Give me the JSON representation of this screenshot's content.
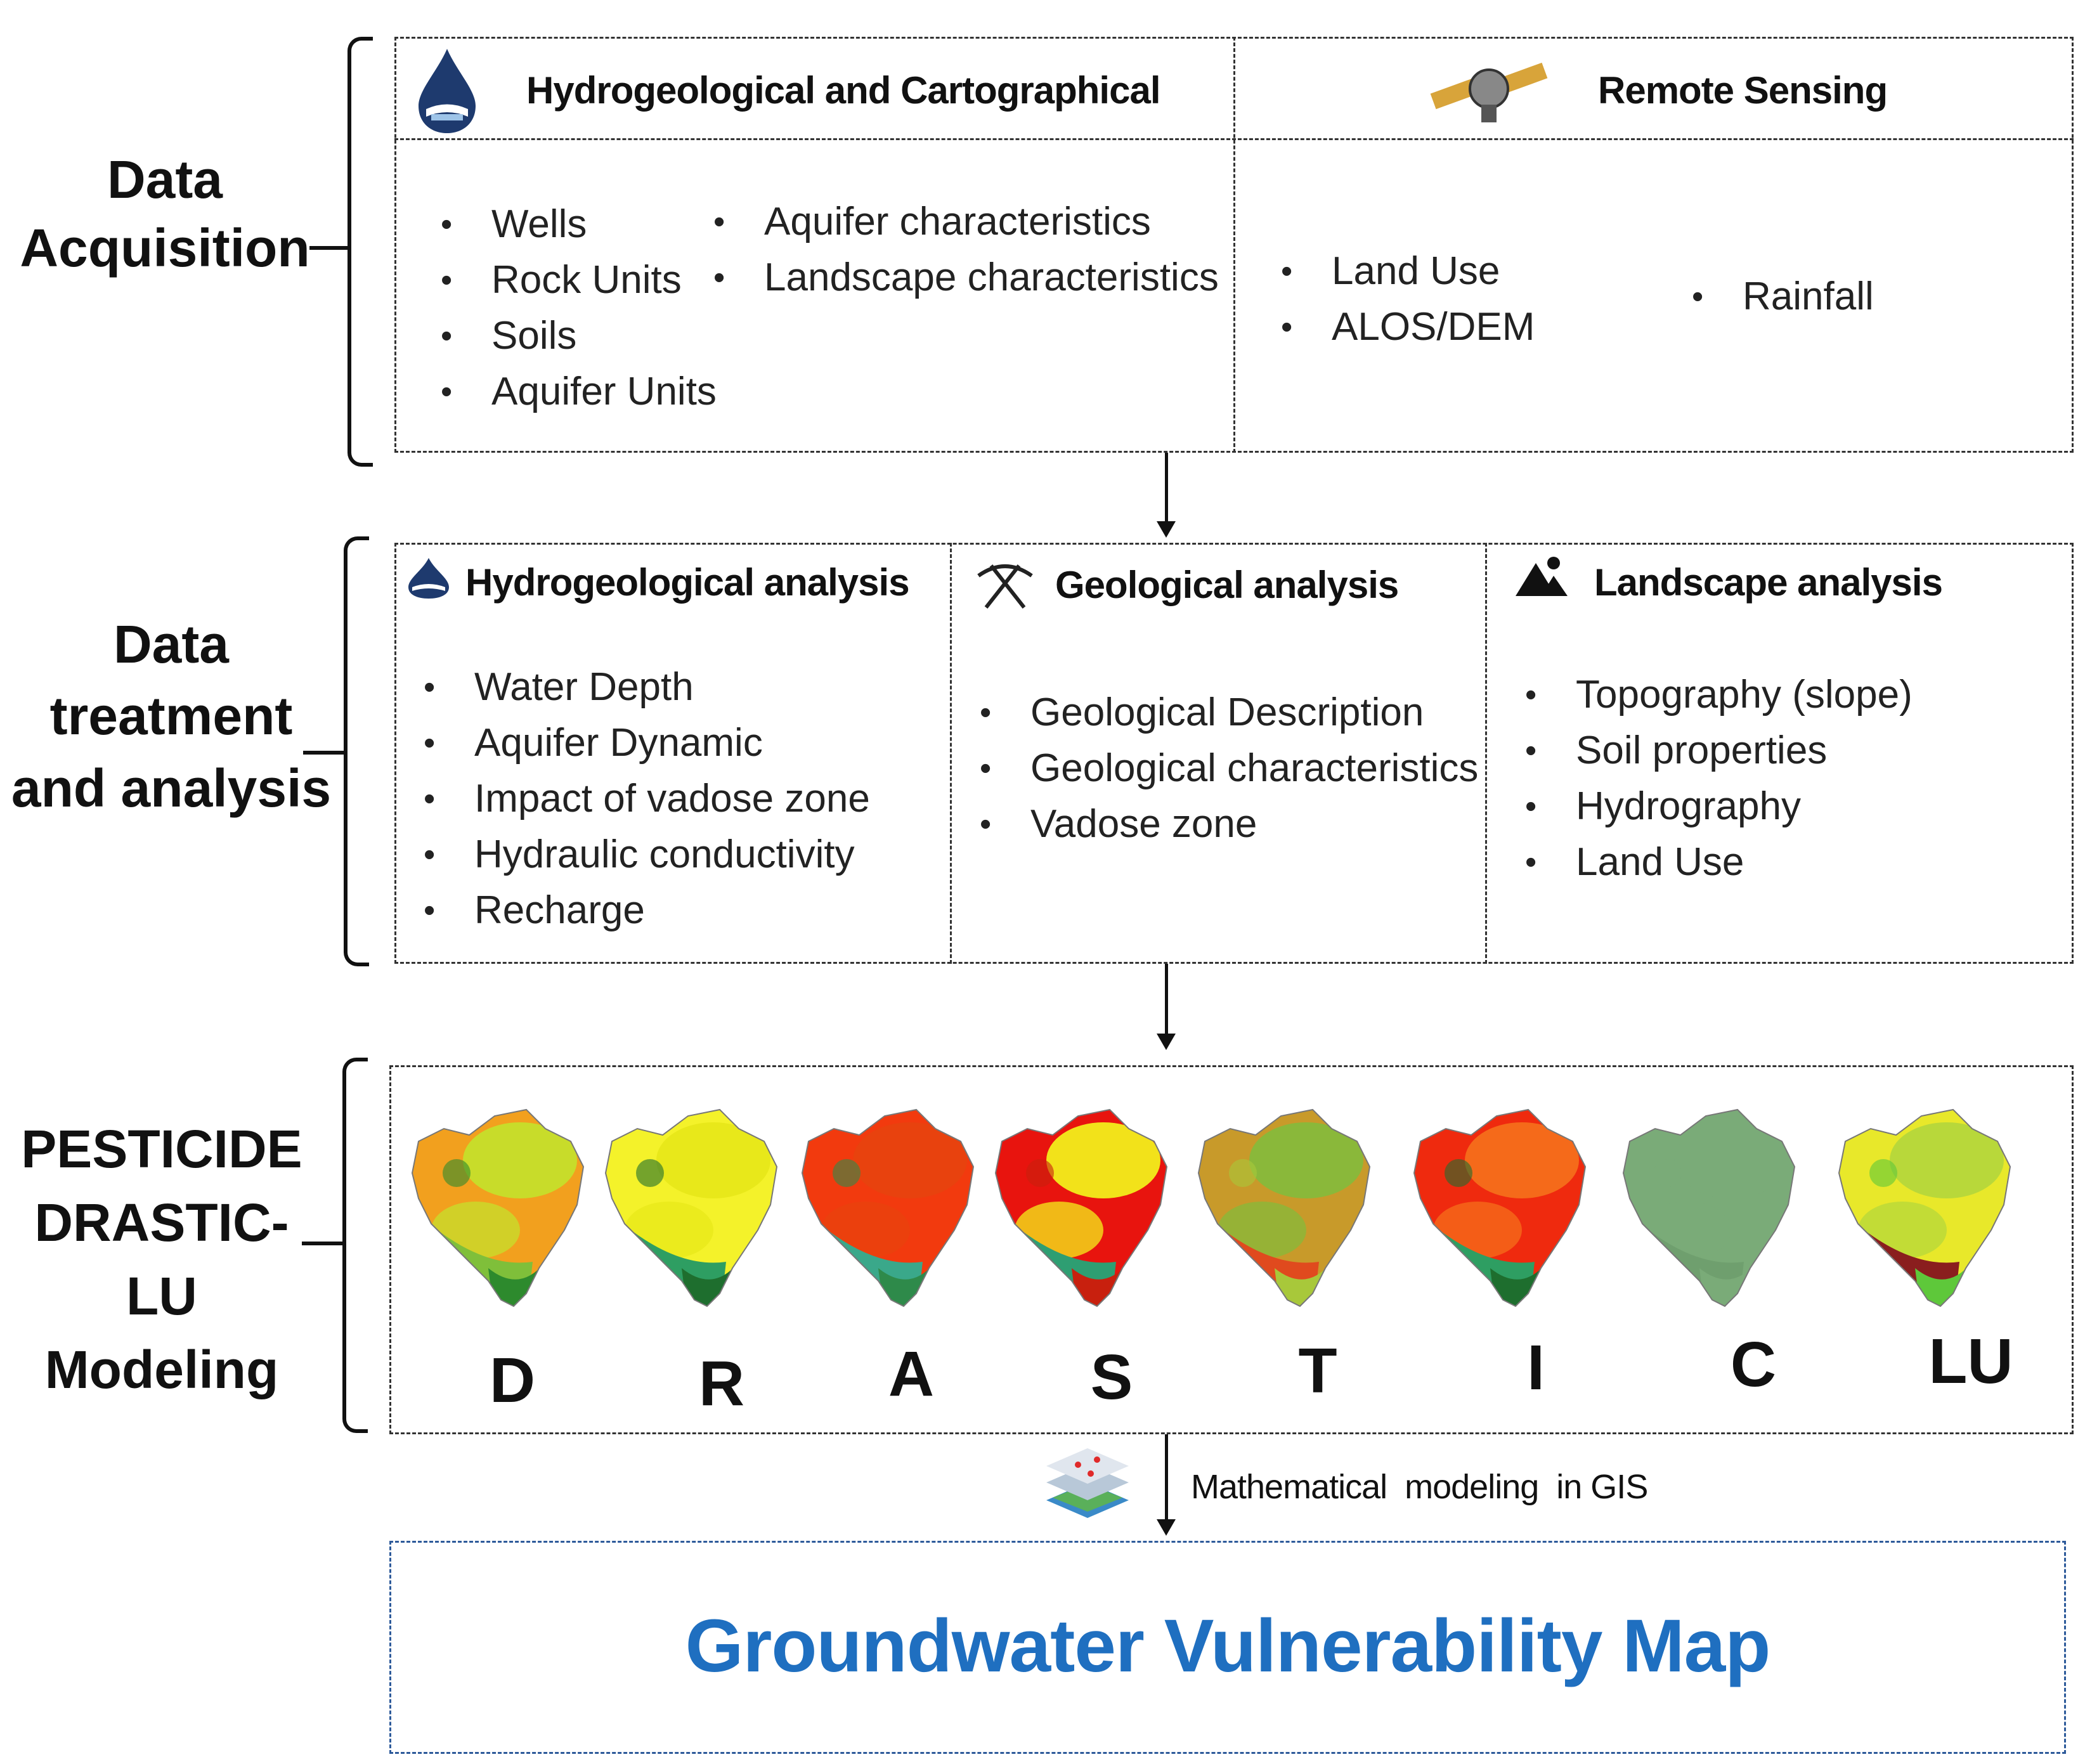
{
  "stages": {
    "acquisition": "Data\nAcquisition",
    "treatment": "Data\ntreatment\nand analysis",
    "modeling": "PESTICIDE\nDRASTIC-\nLU\nModeling"
  },
  "acquisition": {
    "hydro_title": "Hydrogeological and Cartographical",
    "remote_title": "Remote Sensing",
    "hydro_col1": [
      "Wells",
      "Rock Units",
      "Soils",
      "Aquifer Units"
    ],
    "hydro_col2": [
      "Aquifer characteristics",
      "Landscape characteristics"
    ],
    "remote_col1": [
      "Land Use",
      "ALOS/DEM"
    ],
    "remote_col2": [
      "Rainfall"
    ]
  },
  "analysis": {
    "hydro_title": "Hydrogeological analysis",
    "hydro_items": [
      "Water Depth",
      "Aquifer Dynamic",
      "Impact of vadose zone",
      "Hydraulic conductivity",
      "Recharge"
    ],
    "geo_title": "Geological analysis",
    "geo_items": [
      "Geological Description",
      "Geological characteristics",
      "Vadose zone"
    ],
    "land_title": "Landscape analysis",
    "land_items": [
      "Topography (slope)",
      "Soil properties",
      "Hydrography",
      "Land Use"
    ]
  },
  "modeling": {
    "maps": [
      {
        "letter": "D",
        "palette": [
          "#f2a01e",
          "#c8dc2a",
          "#7fbf3a",
          "#2d8a2d"
        ]
      },
      {
        "letter": "R",
        "palette": [
          "#f4f22a",
          "#e8e81a",
          "#2e9e62",
          "#1e6e2e"
        ]
      },
      {
        "letter": "A",
        "palette": [
          "#f23a0e",
          "#e8420e",
          "#3aa88a",
          "#2e8a4a"
        ]
      },
      {
        "letter": "S",
        "palette": [
          "#e8140e",
          "#f2e21a",
          "#2e9e72",
          "#c8200e"
        ]
      },
      {
        "letter": "T",
        "palette": [
          "#c89a2a",
          "#8ab83a",
          "#e04a1e",
          "#a8c83a"
        ]
      },
      {
        "letter": "I",
        "palette": [
          "#ef2a0e",
          "#f56a1a",
          "#2e9e62",
          "#1e6e2e"
        ]
      },
      {
        "letter": "C",
        "palette": [
          "#7aab78",
          "#7aab78",
          "#6f9f6e",
          "#7aab78"
        ]
      },
      {
        "letter": "LU",
        "palette": [
          "#e8e82a",
          "#b8d83a",
          "#8a1e1e",
          "#5ec83a"
        ]
      }
    ]
  },
  "gis_label": "Mathematical  modeling  in GIS",
  "final": "Groundwater Vulnerability Map",
  "colors": {
    "final_text": "#1f6fc0",
    "final_border": "#2d5a9a"
  }
}
